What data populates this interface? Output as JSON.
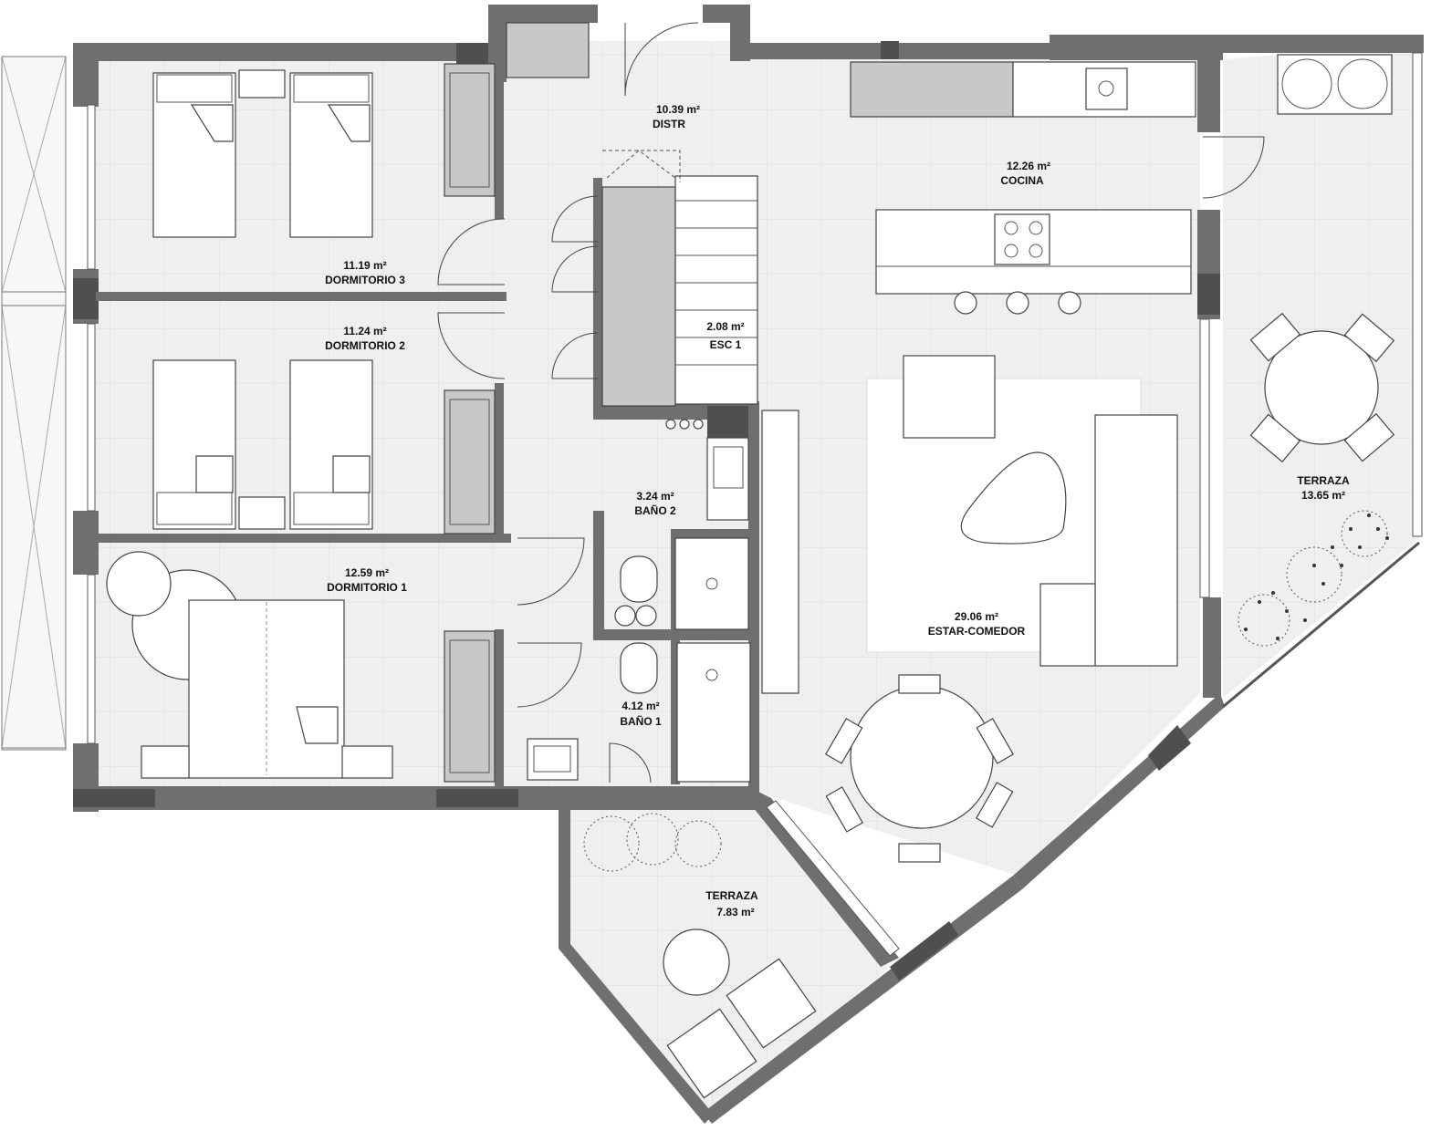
{
  "plan": {
    "rooms": [
      {
        "id": "distr",
        "area": "10.39 m²",
        "name": "DISTR"
      },
      {
        "id": "cocina",
        "area": "12.26 m²",
        "name": "COCINA"
      },
      {
        "id": "dorm3",
        "area": "11.19 m²",
        "name": "DORMITORIO 3"
      },
      {
        "id": "dorm2",
        "area": "11.24 m²",
        "name": "DORMITORIO 2"
      },
      {
        "id": "esc1",
        "area": "2.08 m²",
        "name": "ESC 1"
      },
      {
        "id": "bano2",
        "area": "3.24 m²",
        "name": "BAÑO 2"
      },
      {
        "id": "dorm1",
        "area": "12.59 m²",
        "name": "DORMITORIO 1"
      },
      {
        "id": "estar",
        "area": "29.06 m²",
        "name": "ESTAR-COMEDOR"
      },
      {
        "id": "bano1",
        "area": "4.12 m²",
        "name": "BAÑO 1"
      },
      {
        "id": "terraza_e",
        "area": "13.65 m²",
        "name": "TERRAZA"
      },
      {
        "id": "terraza_s",
        "area": "7.83 m²",
        "name": "TERRAZA"
      }
    ],
    "colors": {
      "wall": "#6f6f6f",
      "floor": "#efefef",
      "furniture": "#ffffff",
      "cabinet": "#c8c8c8"
    }
  }
}
